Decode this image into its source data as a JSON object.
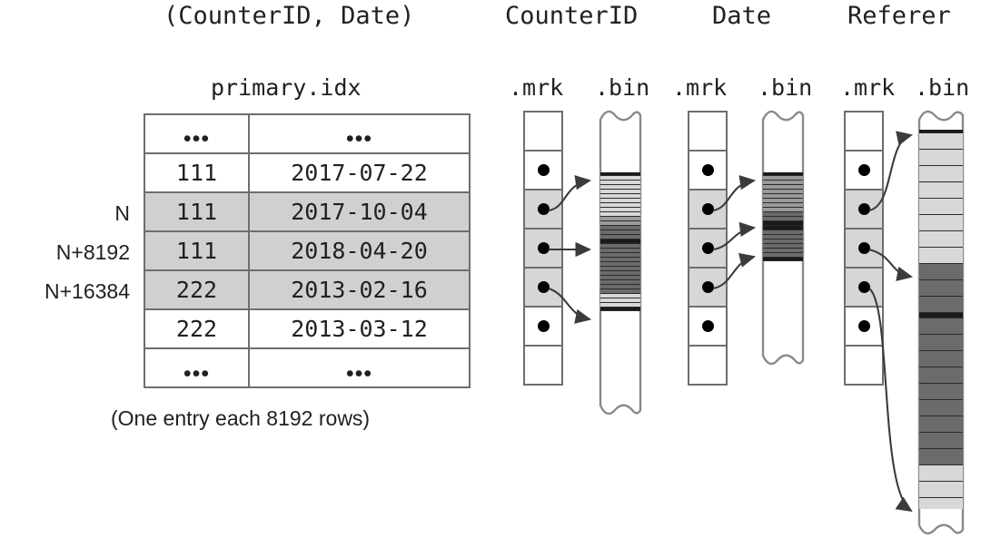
{
  "diagram": {
    "title_pair": "(CounterID, Date)",
    "index_file": "primary.idx",
    "caption": "(One entry each 8192 rows)",
    "column_headers": [
      "CounterID",
      "Date",
      "Referer"
    ],
    "file_labels": {
      "mrk": ".mrk",
      "bin": ".bin"
    },
    "ellipsis": "•••"
  },
  "row_labels": [
    "N",
    "N+8192",
    "N+16384"
  ],
  "index_table": {
    "rows": [
      {
        "counter_id": "•••",
        "date": "•••",
        "shaded": false,
        "is_ellipsis": true
      },
      {
        "counter_id": "111",
        "date": "2017-07-22",
        "shaded": false,
        "is_ellipsis": false
      },
      {
        "counter_id": "111",
        "date": "2017-10-04",
        "shaded": true,
        "is_ellipsis": false
      },
      {
        "counter_id": "111",
        "date": "2018-04-20",
        "shaded": true,
        "is_ellipsis": false
      },
      {
        "counter_id": "222",
        "date": "2013-02-16",
        "shaded": true,
        "is_ellipsis": false
      },
      {
        "counter_id": "222",
        "date": "2013-03-12",
        "shaded": false,
        "is_ellipsis": false
      },
      {
        "counter_id": "•••",
        "date": "•••",
        "shaded": false,
        "is_ellipsis": true
      }
    ]
  },
  "columns": [
    {
      "name": "CounterID",
      "mrk_cells": [
        {
          "dot": false,
          "shaded": false
        },
        {
          "dot": true,
          "shaded": false
        },
        {
          "dot": true,
          "shaded": true
        },
        {
          "dot": true,
          "shaded": true
        },
        {
          "dot": true,
          "shaded": true
        },
        {
          "dot": true,
          "shaded": false
        },
        {
          "dot": false,
          "shaded": false
        }
      ]
    },
    {
      "name": "Date",
      "mrk_cells": [
        {
          "dot": false,
          "shaded": false
        },
        {
          "dot": true,
          "shaded": false
        },
        {
          "dot": true,
          "shaded": true
        },
        {
          "dot": true,
          "shaded": true
        },
        {
          "dot": true,
          "shaded": true
        },
        {
          "dot": true,
          "shaded": false
        },
        {
          "dot": false,
          "shaded": false
        }
      ]
    },
    {
      "name": "Referer",
      "mrk_cells": [
        {
          "dot": false,
          "shaded": false
        },
        {
          "dot": true,
          "shaded": false
        },
        {
          "dot": true,
          "shaded": true
        },
        {
          "dot": true,
          "shaded": true
        },
        {
          "dot": true,
          "shaded": true
        },
        {
          "dot": true,
          "shaded": false
        },
        {
          "dot": false,
          "shaded": false
        }
      ]
    }
  ],
  "colors": {
    "ink": "#231f20",
    "outline": "#6e6e6e",
    "row_shade": "#d0d0d0",
    "stripe_light": "#d8d8d8",
    "stripe_mid": "#9a9a9a",
    "stripe_dark": "#6b6b6b",
    "stripe_black": "#1a1a1a",
    "page": "#ffffff"
  }
}
